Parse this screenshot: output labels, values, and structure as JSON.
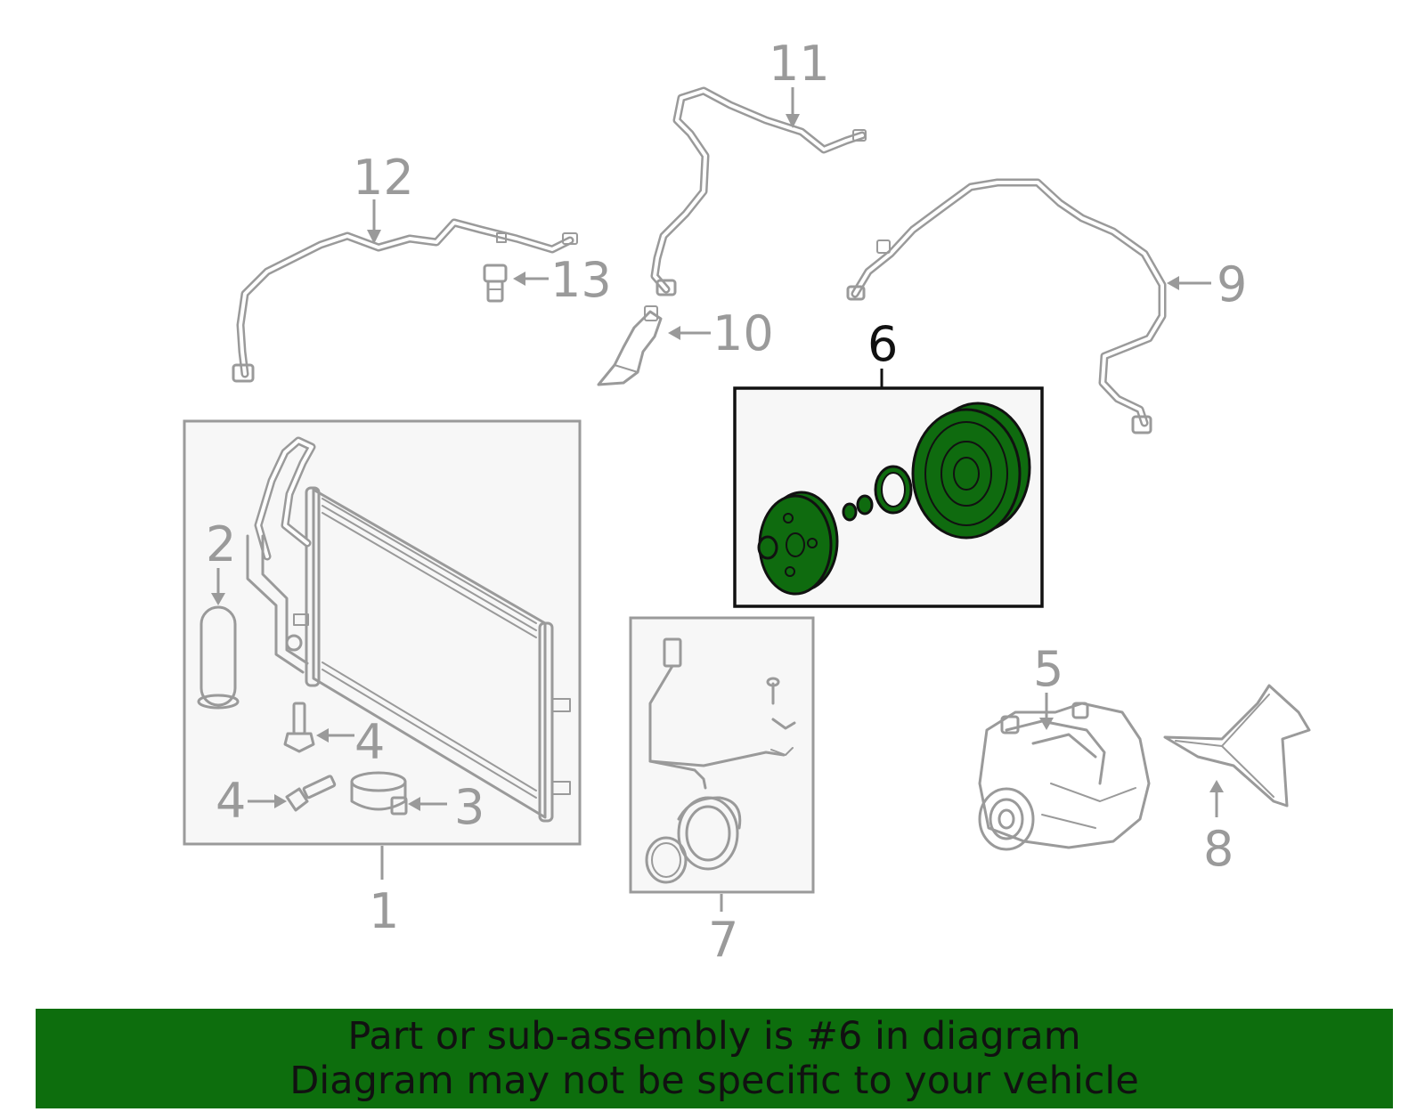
{
  "callouts": {
    "c1": "1",
    "c2": "2",
    "c3": "3",
    "c4a": "4",
    "c4b": "4",
    "c5": "5",
    "c6": "6",
    "c7": "7",
    "c8": "8",
    "c9": "9",
    "c10": "10",
    "c11": "11",
    "c12": "12",
    "c13": "13"
  },
  "highlighted_part": "6",
  "colors": {
    "highlight": "#0f6b0f",
    "banner": "#0d6e0d",
    "parts": "#9a9a9a"
  },
  "banner": {
    "line1": "Part or sub-assembly is #6 in diagram",
    "line2": "Diagram may not be specific to your vehicle"
  }
}
